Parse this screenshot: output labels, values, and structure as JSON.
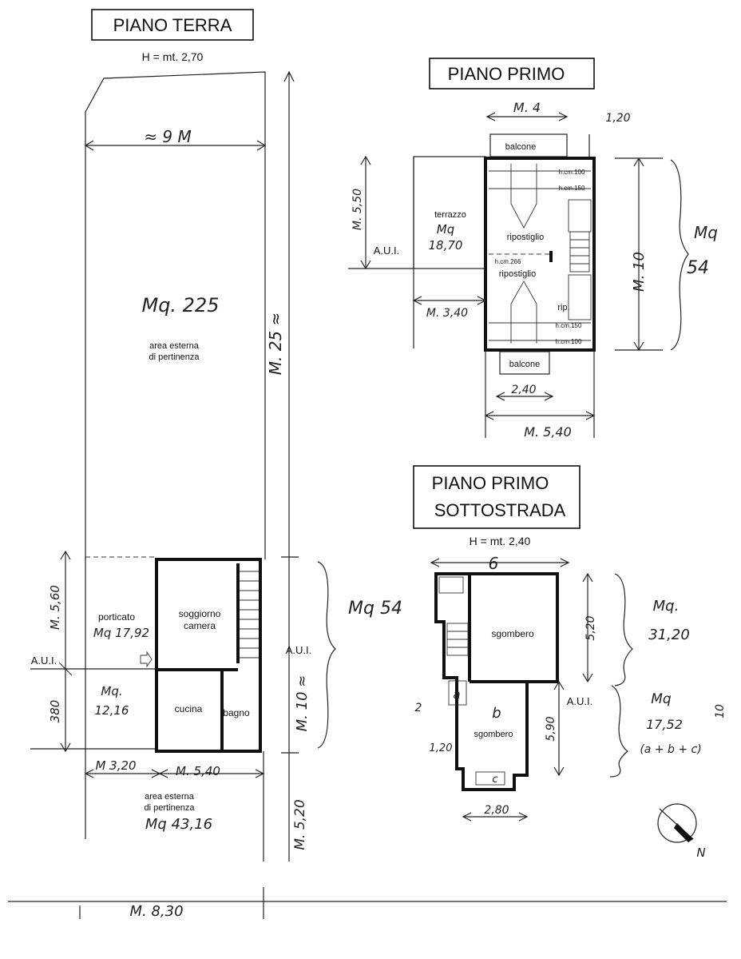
{
  "ground_floor": {
    "title": "PIANO TERRA",
    "height": "H = mt. 2,70",
    "width_dim": "≈ 9 M",
    "garden_area": "Mq. 225",
    "garden_label_1": "area esterna",
    "garden_label_2": "di pertinenza",
    "garden_length": "M. 25 ≈",
    "left_dim_top": "M. 5,60",
    "left_dim_bottom": "380",
    "porch_label": "porticato",
    "porch_area": "Mq 17,92",
    "aui_left": "A.U.I.",
    "aui_right": "A.U.I.",
    "kitchen_side_area_1": "Mq.",
    "kitchen_side_area_2": "12,16",
    "living_label_1": "soggiorno",
    "living_label_2": "camera",
    "kitchen_label": "cucina",
    "bath_label": "bagno",
    "house_area": "Mq 54",
    "house_length": "M. 10 ≈",
    "dim_bottom_left": "M 3,20",
    "dim_bottom_right": "M. 5,40",
    "front_label_1": "area esterna",
    "front_label_2": "di pertinenza",
    "front_area": "Mq 43,16",
    "front_depth": "M. 5,20",
    "total_width": "M. 8,30"
  },
  "first_floor": {
    "title": "PIANO PRIMO",
    "dim_top": "M. 4",
    "dim_balcony": "1,20",
    "balcony_top": "balcone",
    "balcony_bottom": "balcone",
    "terrace_label": "terrazzo",
    "terrace_area_1": "Mq",
    "terrace_area_2": "18,70",
    "left_dim": "M. 5,50",
    "aui": "A.U.I.",
    "h100_top": "h.cm.100",
    "h150_top": "h.cm.150",
    "storage_top": "ripostiglio",
    "h266": "h.cm.266",
    "storage_bottom": "ripostiglio",
    "rip_small": "rip.",
    "h150_bottom": "h.cm.150",
    "h100_bottom": "h.cm.100",
    "dim_340": "M. 3,40",
    "dim_240": "2,40",
    "dim_540": "M. 5,40",
    "length": "M. 10",
    "area_1": "Mq",
    "area_2": "54"
  },
  "basement": {
    "title_1": "PIANO PRIMO",
    "title_2": "SOTTOSTRADA",
    "height": "H = mt. 2,40",
    "dim_top": "6",
    "dim_520": "5,20",
    "area_top_1": "Mq.",
    "area_top_2": "31,20",
    "storage_top": "sgombero",
    "label_a": "a",
    "label_2": "2",
    "dim_120": "1,20",
    "label_b": "b",
    "storage_bottom": "sgombero",
    "dim_590": "5,90",
    "label_c": "c",
    "aui": "A.U.I.",
    "area_bottom_1": "Mq",
    "area_bottom_2": "17,52",
    "area_bottom_3": "(a + b + c)",
    "right_edge": "10",
    "dim_280": "2,80",
    "north": "N"
  }
}
